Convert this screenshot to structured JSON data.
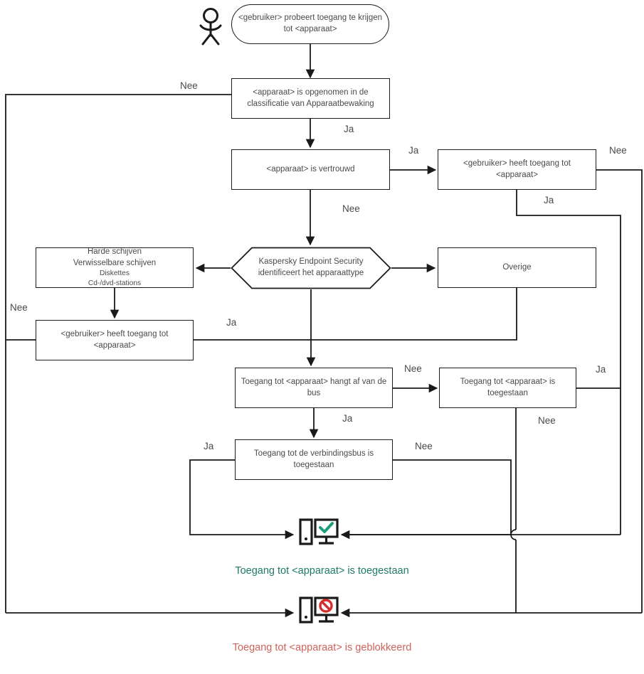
{
  "diagram": {
    "title": "Kaspersky Endpoint Security device access decision flow",
    "language": "nl",
    "colors": {
      "line": "#1a1a1a",
      "node_border": "#1a1a1a",
      "node_text": "#4a4a4a",
      "label_text": "#4a4a4a",
      "allow_green": "#1e7a66",
      "block_red": "#d0625c",
      "check_green": "#1f9d7a",
      "ban_red": "#d32f2f",
      "background": "#ffffff"
    }
  },
  "actor": {
    "name": "user-actor",
    "shape": "stick-figure"
  },
  "nodes": {
    "start": {
      "id": "start",
      "shape": "rounded",
      "text": "<gebruiker> probeert toegang te krijgen tot <apparaat>"
    },
    "classified": {
      "id": "classified",
      "shape": "rect",
      "text": "<apparaat> is opgenomen in de classificatie van Apparaatbewaking"
    },
    "trusted": {
      "id": "trusted",
      "shape": "rect",
      "text": "<apparaat> is vertrouwd"
    },
    "user_access_device": {
      "id": "user-access-device",
      "shape": "rect",
      "text": "<gebruiker> heeft toegang tot <apparaat>"
    },
    "identify": {
      "id": "identify-device-type",
      "shape": "hexagon",
      "text": "Kaspersky Endpoint Security identificeert het apparaattype"
    },
    "drive_list": {
      "id": "drive-list",
      "shape": "rect",
      "lines": [
        {
          "text": "Harde schijven",
          "size": "big"
        },
        {
          "text": "Verwisselbare schijven",
          "size": "big"
        },
        {
          "text": "Diskettes",
          "size": "small"
        },
        {
          "text": "Cd-/dvd-stations",
          "size": "small"
        }
      ]
    },
    "other": {
      "id": "other",
      "shape": "rect",
      "text": "Overige"
    },
    "user_access_device_2": {
      "id": "user-access-device-2",
      "shape": "rect",
      "text": "<gebruiker> heeft toegang tot <apparaat>"
    },
    "depends_on_bus": {
      "id": "depends-on-bus",
      "shape": "rect",
      "text": "Toegang tot <apparaat> hangt af van de bus"
    },
    "access_allowed": {
      "id": "access-allowed",
      "shape": "rect",
      "text": "Toegang tot <apparaat> is toegestaan"
    },
    "bus_allowed": {
      "id": "bus-allowed",
      "shape": "rect",
      "text": "Toegang tot de verbindingsbus is toegestaan"
    }
  },
  "edge_labels": {
    "classified_no": "Nee",
    "classified_yes": "Ja",
    "trusted_yes": "Ja",
    "trusted_no": "Nee",
    "user_access_no": "Nee",
    "user_access_yes": "Ja",
    "drive_user_access_no": "Nee",
    "drive_user_access_yes": "Ja",
    "bus_depends_no": "Nee",
    "bus_depends_yes": "Ja",
    "access_allowed_yes": "Ja",
    "access_allowed_no": "Nee",
    "bus_allowed_yes": "Ja",
    "bus_allowed_no": "Nee"
  },
  "outcomes": {
    "allowed": {
      "icon": "monitor-check-icon",
      "caption": "Toegang tot <apparaat> is toegestaan"
    },
    "blocked": {
      "icon": "monitor-blocked-icon",
      "caption": "Toegang tot <apparaat> is geblokkeerd"
    }
  }
}
